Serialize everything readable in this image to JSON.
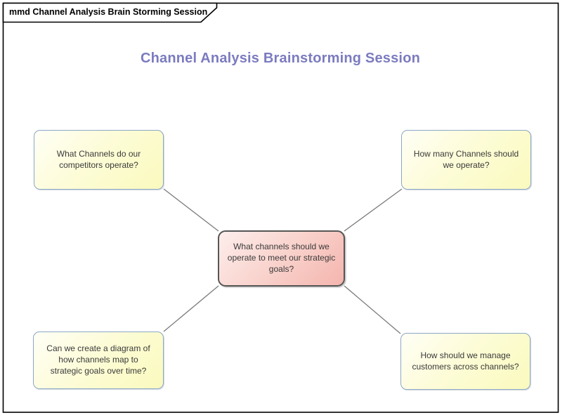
{
  "frame": {
    "tab_label": "mmd Channel Analysis Brain Storming Session"
  },
  "title": {
    "text": "Channel Analysis Brainstorming Session"
  },
  "nodes": {
    "central": {
      "text": "What channels should we\noperate to meet our strategic\ngoals?"
    },
    "top_left": {
      "text": "What Channels do our\ncompetitors operate?"
    },
    "top_right": {
      "text": "How many Channels should\nwe operate?"
    },
    "bottom_left": {
      "text": "Can we create a diagram of\nhow channels map to\nstrategic goals over time?"
    },
    "bottom_right": {
      "text": "How should we manage\ncustomers across channels?"
    }
  },
  "colors": {
    "title_text": "#7b7bc0",
    "central_node_fill_light": "#fdeeec",
    "central_node_fill_dark": "#f4b5ae",
    "central_node_border": "#565656",
    "topic_node_fill_light": "#fffff6",
    "topic_node_fill_dark": "#fafabe",
    "topic_node_border": "#8ba7c6",
    "connector_line": "#7a7a7a",
    "frame_border": "#000000"
  }
}
